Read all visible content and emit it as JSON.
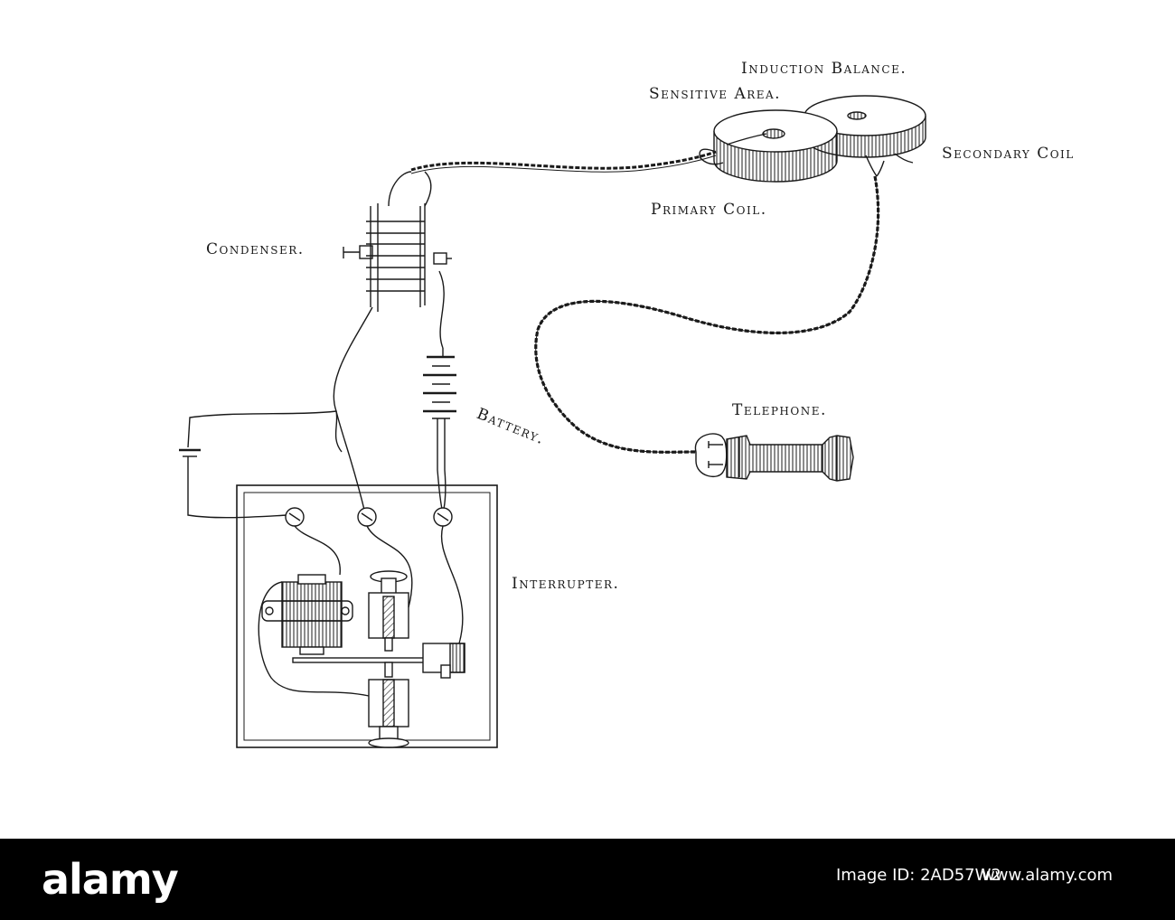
{
  "labels": {
    "induction_balance": "Induction Balance.",
    "sensitive_area": "Sensitive Area.",
    "secondary_coil": "Secondary Coil",
    "primary_coil": "Primary Coil.",
    "condenser": "Condenser.",
    "battery": "Battery.",
    "telephone": "Telephone.",
    "interrupter": "Interrupter."
  },
  "footer": {
    "logo": "alamy",
    "image_id_prefix": "Image ID: ",
    "image_id": "2AD57W2",
    "website": "www.alamy.com"
  },
  "colors": {
    "ink": "#1a1a1a",
    "background": "#ffffff",
    "footer_bg": "#000000"
  }
}
